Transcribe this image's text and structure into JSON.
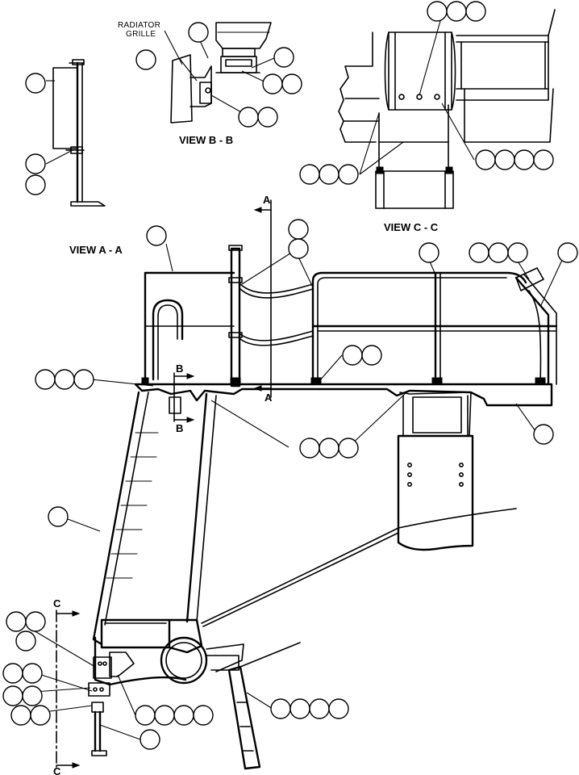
{
  "views": {
    "view_a": "VIEW A - A",
    "view_b": "VIEW B - B",
    "view_c": "VIEW C - C"
  },
  "notes": {
    "radiator_grille_line1": "RADIATOR",
    "radiator_grille_line2": "GRILLE"
  },
  "section_markers": {
    "a_top": "A",
    "a_bottom": "A",
    "b_top": "B",
    "b_bottom": "B",
    "c_top": "C",
    "c_bottom": "C"
  },
  "callout_groups": [
    {
      "id": "va-lower",
      "count": 2
    },
    {
      "id": "va-upper",
      "count": 1
    },
    {
      "id": "vb-left",
      "count": 1
    },
    {
      "id": "vb-top",
      "count": 1
    },
    {
      "id": "vb-right-a",
      "count": 1
    },
    {
      "id": "vb-right-b",
      "count": 2
    },
    {
      "id": "vb-bottom",
      "count": 2
    },
    {
      "id": "vc-top",
      "count": 3
    },
    {
      "id": "vc-right",
      "count": 4
    },
    {
      "id": "vc-left",
      "count": 3
    },
    {
      "id": "main-topleft",
      "count": 1
    },
    {
      "id": "main-center-a",
      "count": 1
    },
    {
      "id": "main-center-b",
      "count": 1
    },
    {
      "id": "main-rail",
      "count": 1
    },
    {
      "id": "main-three",
      "count": 3
    },
    {
      "id": "main-right",
      "count": 1
    },
    {
      "id": "main-post",
      "count": 2
    },
    {
      "id": "main-left",
      "count": 3
    },
    {
      "id": "main-mid",
      "count": 3
    },
    {
      "id": "main-frame",
      "count": 1
    },
    {
      "id": "main-ladder",
      "count": 1
    },
    {
      "id": "lower-a",
      "count": 2
    },
    {
      "id": "lower-b",
      "count": 1
    },
    {
      "id": "lower-c",
      "count": 2
    },
    {
      "id": "lower-d",
      "count": 2
    },
    {
      "id": "lower-e",
      "count": 2
    },
    {
      "id": "lower-f",
      "count": 4
    },
    {
      "id": "lower-g",
      "count": 1
    },
    {
      "id": "lower-h",
      "count": 4
    }
  ]
}
